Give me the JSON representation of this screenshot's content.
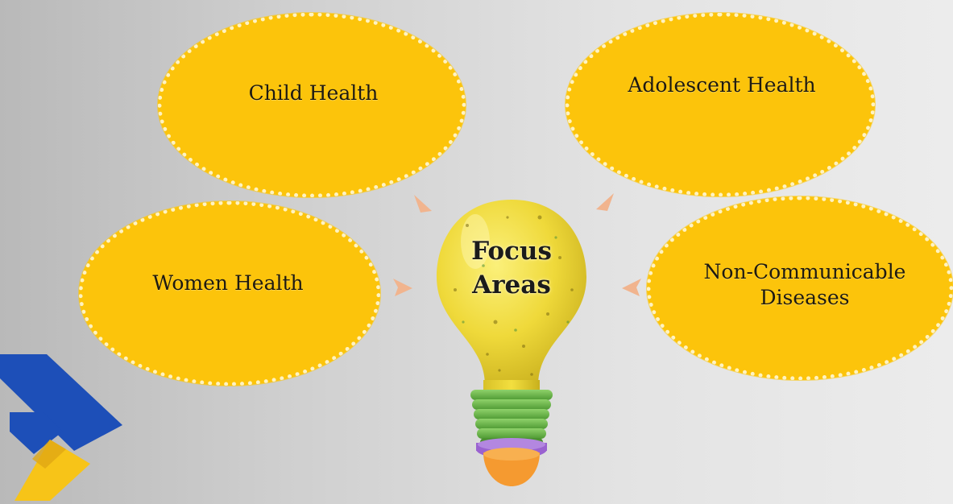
{
  "center": {
    "line1": "Focus",
    "line2": "Areas"
  },
  "areas": [
    {
      "label": "Child Health"
    },
    {
      "label": "Adolescent Health"
    },
    {
      "label": "Women Health"
    },
    {
      "label": "Non-Communicable Diseases"
    }
  ],
  "colors": {
    "bubble": "#fcc40b",
    "bubble_border": "#fff3c2",
    "bulb": "#f2df3c",
    "bulb_base": "#6fbf4a",
    "bulb_ring": "#9a62d0",
    "bulb_tip": "#f59a30",
    "arrow": "#f1b48e",
    "logo_blue": "#1d4fb8",
    "logo_yellow": "#f7c418"
  },
  "icons": {
    "center": "lightbulb-icon",
    "logo": "chevron-logo"
  }
}
